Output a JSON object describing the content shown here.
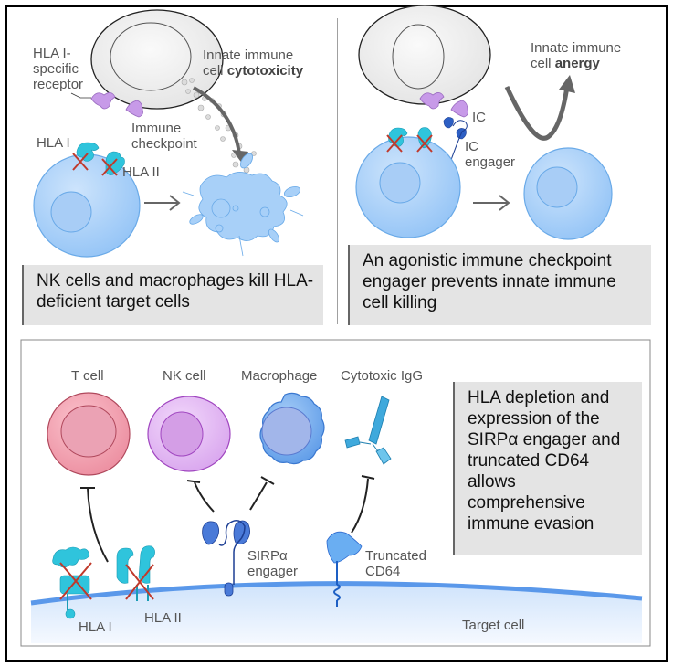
{
  "panel_top_left": {
    "labels": {
      "hla_receptor": "HLA I-\nspecific\nreceptor",
      "innate_line1": "Innate immune",
      "innate_line2_prefix": "cell ",
      "innate_line2_bold": "cytotoxicity",
      "checkpoint": "Immune\ncheckpoint",
      "hla1": "HLA I",
      "hla2": "HLA II"
    },
    "caption": "NK cells and macrophages kill HLA-deficient target cells"
  },
  "panel_top_right": {
    "labels": {
      "innate_line1": "Innate immune",
      "innate_line2_prefix": "cell ",
      "innate_line2_bold": "anergy",
      "ic": "IC",
      "ic_engager": "IC\nengager"
    },
    "caption": "An agonistic immune checkpoint engager prevents innate immune cell killing"
  },
  "panel_bottom": {
    "cells": [
      {
        "label": "T cell",
        "color": "#f09aaa"
      },
      {
        "label": "NK cell",
        "color": "#e0b0f0"
      },
      {
        "label": "Macrophage",
        "color": "#7fb2f0"
      },
      {
        "label": "Cytotoxic IgG",
        "color": "#3fa9dc"
      }
    ],
    "labels": {
      "hla1": "HLA I",
      "hla2": "HLA II",
      "sirpa": "SIRPα\nengager",
      "cd64": "Truncated\nCD64",
      "target": "Target cell"
    },
    "caption": "HLA depletion and expression of the SIRPα engager and truncated CD64 allows comprehensive immune evasion"
  },
  "colors": {
    "target_cell": "#a8d0f8",
    "hla": "#2fc4dc",
    "cross": "#c0392b",
    "immune_cell": "#eeeeee",
    "receptor": "#c79ae8",
    "engager": "#2d5fc4"
  }
}
